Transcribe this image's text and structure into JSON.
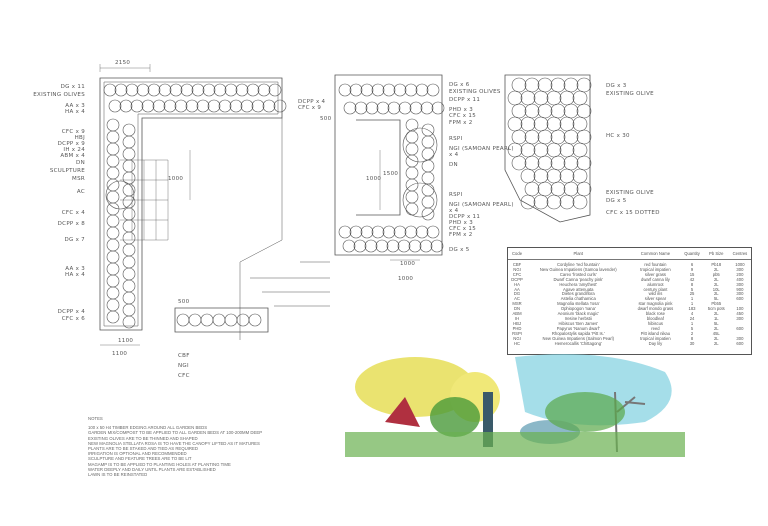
{
  "plan_labels": {
    "left": [
      "DG x 11",
      "EXISTING OLIVES",
      "AA x 3",
      "HA x 4",
      "CFC x 9",
      "HBJ",
      "DCPP x 9",
      "IH x 24",
      "ABM x 4",
      "DN",
      "SCULPTURE",
      "MSR",
      "AC",
      "CFC x 4",
      "DCPP x 8",
      "DG x 7",
      "AA x 3",
      "HA x 4",
      "DCPP x 4",
      "CFC x 6"
    ],
    "left_bottom": [
      "CBF",
      "NGI",
      "CFC"
    ],
    "left_top_right": [
      "DCPP x 4",
      "CFC x 9"
    ],
    "middle": [
      "DG x 6",
      "EXISTING OLIVES",
      "DCPP x 11",
      "PHD x 3",
      "CFC x 15",
      "FPM x 2",
      "RSPI",
      "NGI (SAMOAN PEARL)",
      "x 4",
      "DN",
      "RSPI",
      "NGI (SAMOAN PEARL)",
      "x 4",
      "DCPP x 11",
      "PHD x 3",
      "CFC x 15",
      "FPM x 2",
      "DG x 5"
    ],
    "right": [
      "DG x 3",
      "EXISTING OLIVE",
      "HC x 30",
      "EXISTING OLIVE",
      "DG x 5",
      "CFC x 15 DOTTED"
    ],
    "dimensions": [
      "2150",
      "1100",
      "1000",
      "1000",
      "1500",
      "1000",
      "1000",
      "1100",
      "500",
      "500"
    ]
  },
  "plant_table": {
    "headers": [
      "Code",
      "Plant",
      "Common Name",
      "Quantity",
      "Pb Size",
      "Centres"
    ],
    "rows": [
      [
        "CBF",
        "Cordyline 'red fountain'",
        "red fountain",
        "6",
        "Pb18",
        "1000"
      ],
      [
        "NGI",
        "New Guinea Impatiens (Samoa lavender)",
        "tropical impatien",
        "9",
        "2L",
        "300"
      ],
      [
        "CFC",
        "Carex 'frosted curls'",
        "silver grass",
        "15",
        "pb5",
        "200"
      ],
      [
        "DCPP",
        "Dwarf Canna 'peachy pink'",
        "dwarf canna lily",
        "42",
        "2L",
        "400"
      ],
      [
        "HA",
        "Heuchera 'amythest'",
        "alumroot",
        "8",
        "2L",
        "300"
      ],
      [
        "AA",
        "Agave attenuata",
        "century plant",
        "5",
        "10L",
        "900"
      ],
      [
        "DG",
        "Dietes grandiflora",
        "wild iris",
        "25",
        "2L",
        "300"
      ],
      [
        "AC",
        "Astelia chathamica",
        "silver spear",
        "1",
        "5L",
        "600"
      ],
      [
        "MSR",
        "Magnolia stellata 'rosa'",
        "star magnolia pink",
        "1",
        "Pb55",
        ""
      ],
      [
        "DN",
        "Ophiopogon 'nana'",
        "dwarf mondo grass",
        "183",
        "5cm pots",
        "100"
      ],
      [
        "ABM",
        "Aeonium 'black magic'",
        "black rose",
        "4",
        "2L",
        "450"
      ],
      [
        "IH",
        "Iresine herbstii",
        "bloodleaf",
        "24",
        "1L",
        "300"
      ],
      [
        "HBJ",
        "Hibiscus 'Ben James'",
        "hibiscus",
        "1",
        "5L",
        ""
      ],
      [
        "PHD",
        "Papyrus 'Nanum dwarf'",
        "reed",
        "5",
        "2L",
        "600"
      ],
      [
        "RSPI",
        "Rhopalostylis sapida 'Pitt Is.'",
        "Pitt island nikau",
        "2",
        "45L",
        ""
      ],
      [
        "NGI",
        "New Guinea Impatiens (Salmon Pearl)",
        "tropical impatien",
        "8",
        "2L",
        "300"
      ],
      [
        "HC",
        "Hemerocallis 'Chittagong'",
        "Day lily",
        "30",
        "2L",
        "600"
      ]
    ]
  },
  "notes": {
    "title": "NOTES",
    "lines": [
      "100 x 50 H4 TIMBER EDGING AROUND ALL GARDEN BEDS",
      "GARDEN MIX/COMPOST TO BE APPLIED TO ALL GARDEN BEDS AT 100-200MM DEEP",
      "EXISTING OLIVES ARE TO BE THINNED AND SHAPED",
      "NEW MAGNOLIA STELLATA ROSA IS TO HAVE THE CANOPY LIFTED AS IT MATURES",
      "PLANTS ARE TO BE STAKED AND TIED AS REQUIRED",
      "IRRIGATION IS OPTIONAL AND RECOMMENDED",
      "SCULPTURE AND FEATURE TREES ARE TO BE LIT",
      "MAGAMP IS TO BE APPLIED TO PLANTING HOLES AT PLANTING TIME",
      "WATER DEEPLY AND DAILY UNTIL PLANTS ARE ESTABLISHED",
      "LAWN IS TO BE REINSTATED"
    ]
  },
  "colors": {
    "line": "#555555",
    "sky": "#7fd0e0",
    "foliage_yellow": "#e8e060",
    "foliage_green": "#4a9a3a",
    "red_foliage": "#b03040"
  }
}
